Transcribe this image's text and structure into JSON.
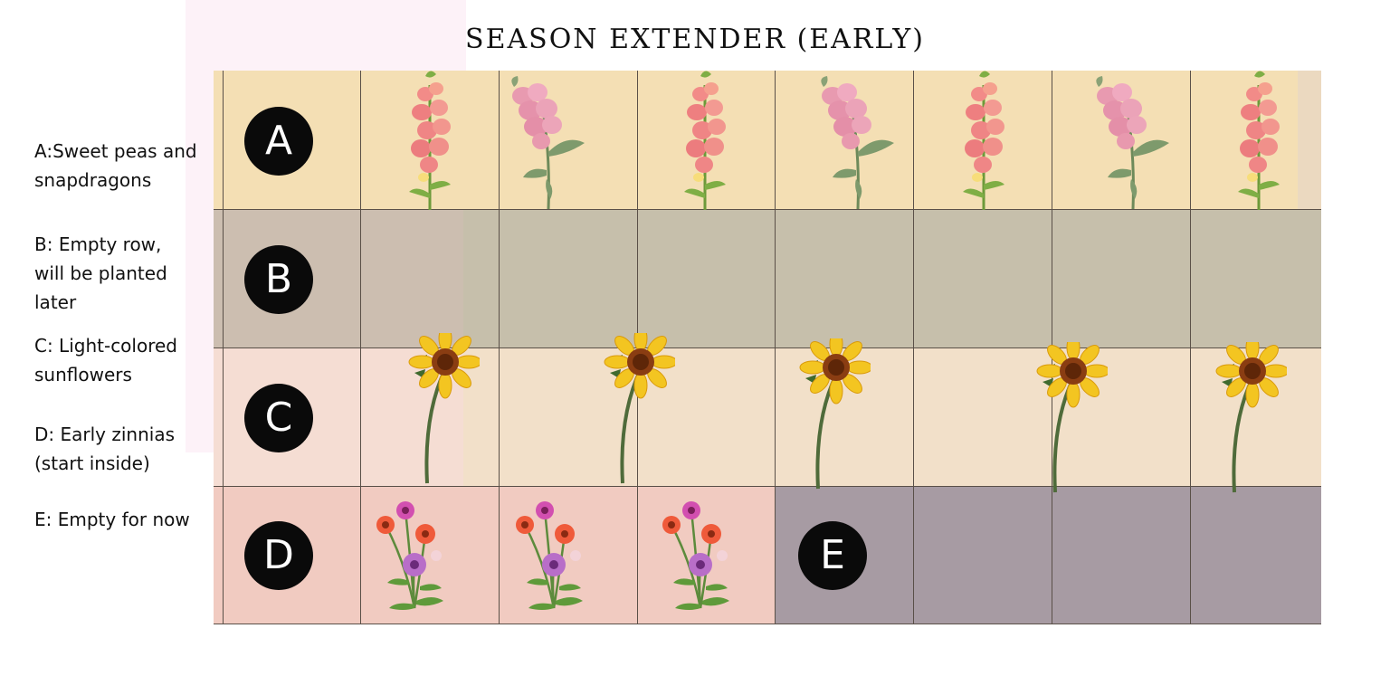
{
  "title": "SEASON EXTENDER (EARLY)",
  "legend": [
    {
      "line1": "A:Sweet peas and",
      "line2": "snapdragons"
    },
    {
      "line1": "B: Empty row,",
      "line2": "will be planted",
      "line3": "later"
    },
    {
      "line1": "C: Light-colored",
      "line2": "sunflowers"
    },
    {
      "line1": "D: Early zinnias",
      "line2": "(start inside)"
    },
    {
      "line1": "E: Empty for now"
    }
  ],
  "rows": {
    "A": {
      "letter": "A"
    },
    "B": {
      "letter": "B"
    },
    "C": {
      "letter": "C"
    },
    "D": {
      "letter": "D"
    },
    "E": {
      "letter": "E"
    }
  },
  "icons": {
    "row_a": [
      "snapdragon-icon",
      "sweet-pea-icon",
      "snapdragon-icon",
      "sweet-pea-icon",
      "snapdragon-icon",
      "sweet-pea-icon",
      "snapdragon-icon"
    ],
    "row_c": [
      "sunflower-icon",
      "sunflower-icon",
      "sunflower-icon",
      "sunflower-icon",
      "sunflower-icon"
    ],
    "row_d": [
      "zinnia-icon",
      "zinnia-icon",
      "zinnia-icon"
    ]
  },
  "colors": {
    "row_a": "#f4dfb4",
    "row_b": "#c6bfab",
    "row_c": "#f2e0c9",
    "row_d": "#f1cbc1",
    "row_e": "#a79ba3",
    "badge": "#0a0a0a"
  }
}
